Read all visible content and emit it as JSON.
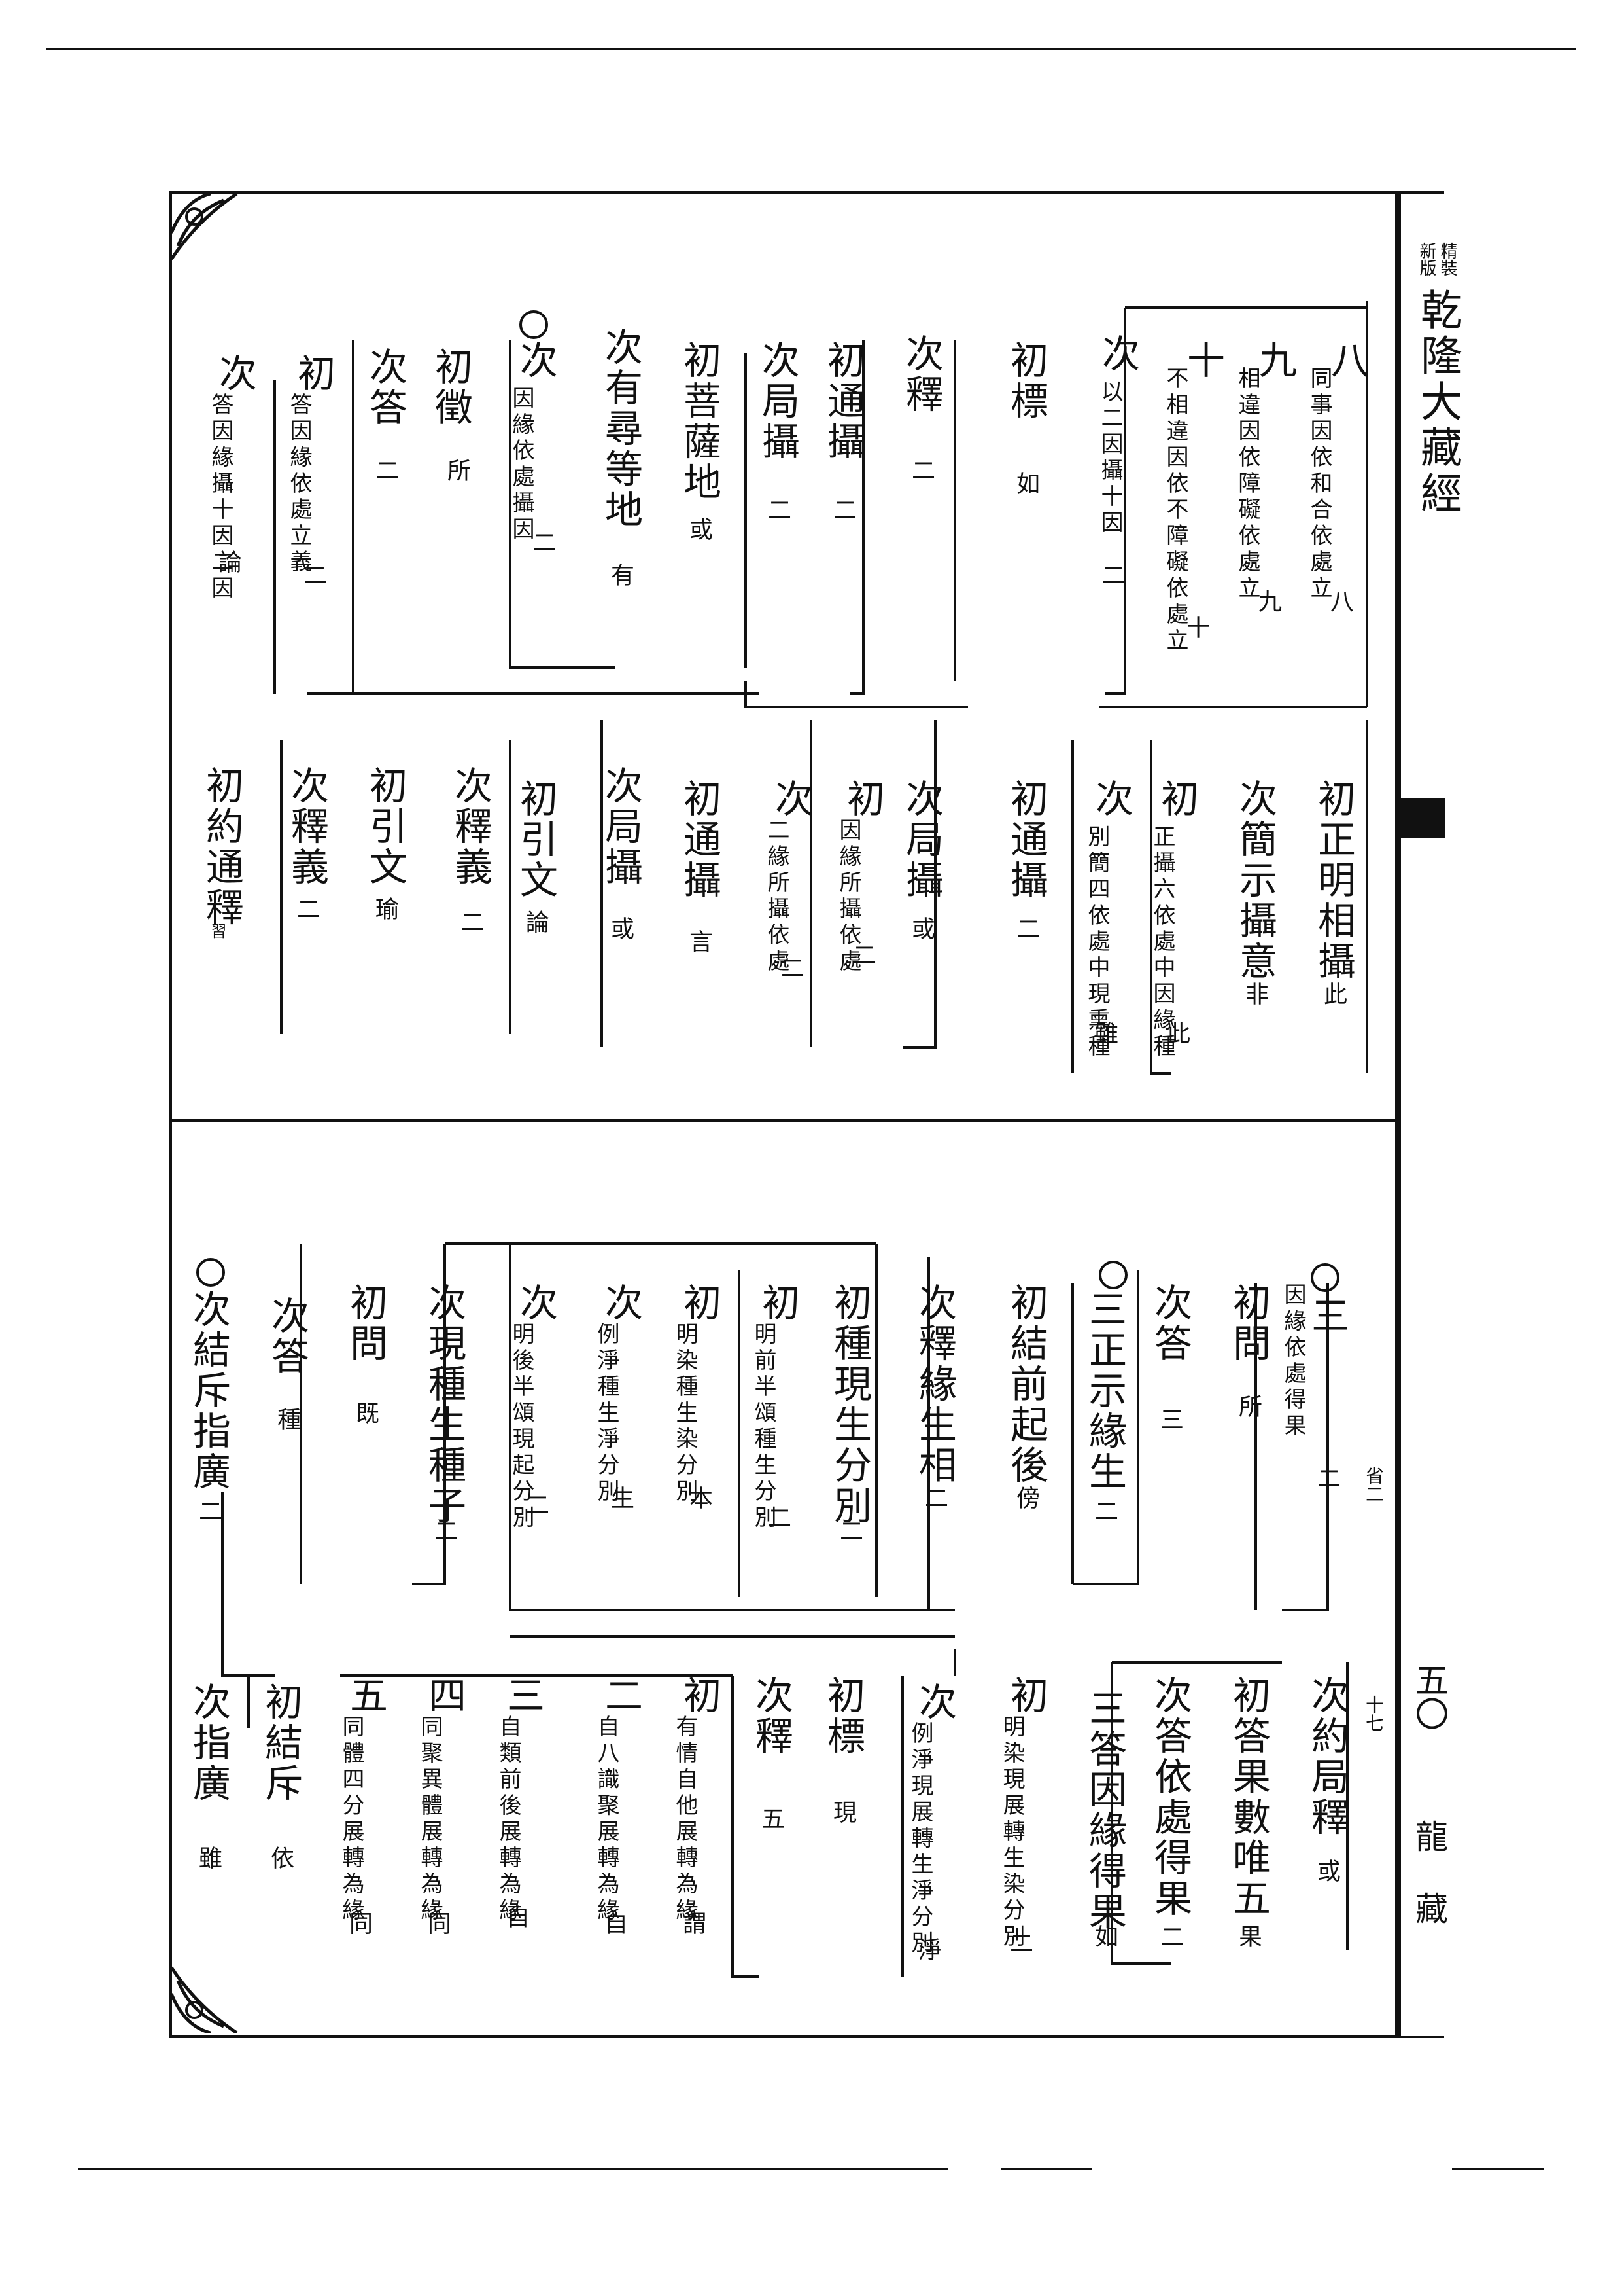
{
  "header": {
    "edition_1": "精裝",
    "edition_2": "新版",
    "title": "乾隆大藏經",
    "page_number": "五〇",
    "vendor": "龍藏",
    "volume_mark": "十七",
    "section_mark": "省二"
  },
  "top_panel": {
    "right_group": [
      {
        "main": "八",
        "small": "同事因依和合依處立",
        "suffix": "八"
      },
      {
        "main": "九",
        "small": "相違因依障礙依處立",
        "suffix": "九"
      },
      {
        "main": "十",
        "small": "不相違因依不障礙依處立",
        "suffix": "十"
      },
      {
        "main": "次",
        "small": "以二因攝十因",
        "suffix": "二"
      }
    ],
    "upper_columns": [
      {
        "main": "初標",
        "suffix": "如"
      },
      {
        "main": "次釋",
        "suffix": "二"
      },
      {
        "main": "初通攝",
        "suffix": "二"
      },
      {
        "main": "次局攝",
        "suffix": "二"
      },
      {
        "main": "初菩薩地",
        "suffix": "或"
      },
      {
        "main": "次有尋等地",
        "suffix": "有"
      },
      {
        "main": "次",
        "small": "因緣依處攝因",
        "suffix": "二"
      },
      {
        "main": "初徵",
        "suffix": "所"
      },
      {
        "main": "次答",
        "suffix": "二"
      },
      {
        "main": "初",
        "small": "答因緣依處立義",
        "suffix": "二"
      },
      {
        "main": "次",
        "small": "答因緣攝十因二因",
        "suffix": "論"
      }
    ],
    "lower_columns": [
      {
        "main": "初正明相攝",
        "suffix": "此"
      },
      {
        "main": "次簡示攝意",
        "suffix": "非"
      },
      {
        "main": "初",
        "small": "正攝六依處中因緣種",
        "suffix": "此"
      },
      {
        "main": "次",
        "small": "別簡四依處中現熏種",
        "suffix": "雖"
      },
      {
        "main": "初通攝",
        "suffix": "二"
      },
      {
        "main": "次局攝",
        "suffix": "或"
      },
      {
        "main": "初",
        "small": "因緣所攝依處",
        "suffix": "二"
      },
      {
        "main": "次",
        "small": "二緣所攝依處",
        "suffix": "二"
      },
      {
        "main": "初通攝",
        "suffix": "言"
      },
      {
        "main": "次局攝",
        "suffix": "或"
      },
      {
        "main": "初引文",
        "suffix": "論"
      },
      {
        "main": "次釋義",
        "suffix": "二"
      },
      {
        "main": "初引文",
        "suffix": "瑜"
      },
      {
        "main": "次釋義",
        "suffix": "二"
      },
      {
        "main": "初約通釋",
        "suffix": "習"
      }
    ]
  },
  "bottom_panel": {
    "upper_columns": [
      {
        "main": "三",
        "small": "因緣依處得果",
        "suffix": "二"
      },
      {
        "main": "初問",
        "suffix": "所"
      },
      {
        "main": "次答",
        "suffix": "三"
      },
      {
        "main": "三正示緣生",
        "suffix": "二"
      },
      {
        "main": "初結前起後",
        "suffix": "傍"
      },
      {
        "main": "次釋緣生相",
        "suffix": "二"
      },
      {
        "main": "初種現生分別",
        "suffix": "二"
      },
      {
        "main": "初",
        "small": "明前半頌種生分別",
        "suffix": "二"
      },
      {
        "main": "初",
        "small": "明染種生染分別",
        "suffix": "本"
      },
      {
        "main": "次",
        "small": "例淨種生淨分別",
        "suffix": "生"
      },
      {
        "main": "次",
        "small": "明後半頌現起分別",
        "suffix": "二"
      },
      {
        "main": "次現種生種子",
        "suffix": "二"
      },
      {
        "main": "初問",
        "suffix": "既"
      },
      {
        "main": "次答",
        "suffix": "種"
      },
      {
        "main": "次結斥指廣",
        "suffix": "二"
      }
    ],
    "lower_columns": [
      {
        "main": "次約局釋",
        "suffix": "或"
      },
      {
        "main": "初答果數唯五",
        "suffix": "果"
      },
      {
        "main": "次答依處得果",
        "suffix": "二"
      },
      {
        "main": "三答因緣得果",
        "suffix": "如"
      },
      {
        "main": "初",
        "small": "明染現展轉生染分別",
        "suffix": "二"
      },
      {
        "main": "次",
        "small": "例淨現展轉生淨分別",
        "suffix": "淨"
      },
      {
        "main": "初標",
        "suffix": "現"
      },
      {
        "main": "次釋",
        "suffix": "五"
      },
      {
        "main": "初",
        "small": "有情自他展轉為緣",
        "suffix": "謂"
      },
      {
        "main": "二",
        "small": "自八識聚展轉為緣",
        "suffix": "自"
      },
      {
        "main": "三",
        "small": "自類前後展轉為緣",
        "suffix": "自"
      },
      {
        "main": "四",
        "small": "同聚異體展轉為緣",
        "suffix": "同"
      },
      {
        "main": "五",
        "small": "同體四分展轉為緣",
        "suffix": "同"
      },
      {
        "main": "初結斥",
        "suffix": "依"
      },
      {
        "main": "次指廣",
        "suffix": "雖"
      }
    ]
  }
}
